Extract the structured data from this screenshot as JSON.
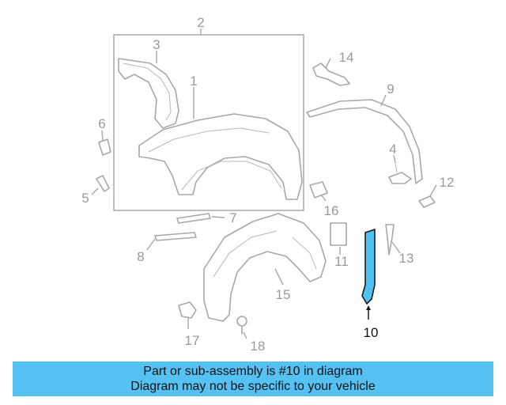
{
  "diagram": {
    "highlighted_part": "10",
    "labels": {
      "p1": "1",
      "p2": "2",
      "p3": "3",
      "p4": "4",
      "p5": "5",
      "p6": "6",
      "p7": "7",
      "p8": "8",
      "p9": "9",
      "p10": "10",
      "p11": "11",
      "p12": "12",
      "p13": "13",
      "p14": "14",
      "p15": "15",
      "p16": "16",
      "p17": "17",
      "p18": "18"
    },
    "colors": {
      "highlight": "#4fc1f2",
      "banner": "#56c1f3",
      "line_art": "#a8a8a8"
    }
  },
  "banner": {
    "line1": "Part or sub-assembly is #10 in diagram",
    "line2": "Diagram may not be specific to your vehicle"
  }
}
